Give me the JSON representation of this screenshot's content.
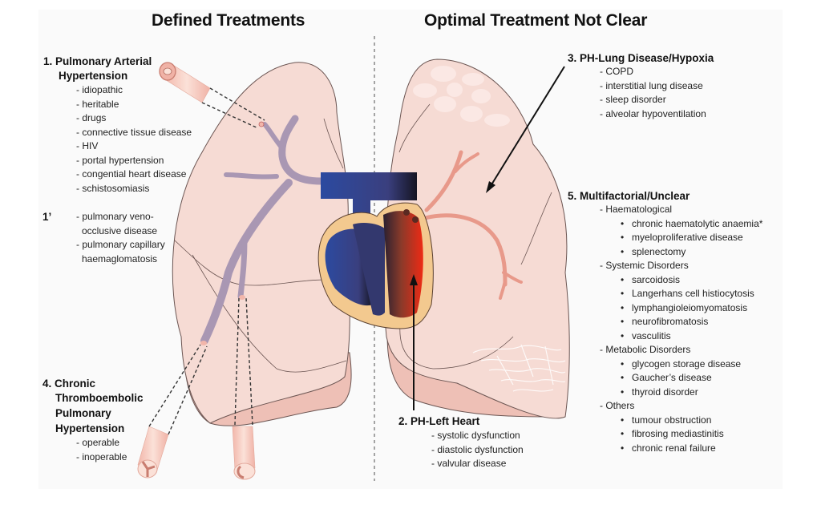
{
  "titles": {
    "left": "Defined Treatments",
    "right": "Optimal Treatment Not Clear"
  },
  "groups": {
    "pah": {
      "heading_line1": "1. Pulmonary Arterial",
      "heading_line2": "Hypertension",
      "items": [
        "idiopathic",
        "heritable",
        "drugs",
        "connective tissue disease",
        "HIV",
        "portal hypertension",
        "congential heart disease",
        "schistosomiasis"
      ]
    },
    "pah_prime": {
      "label": "1’",
      "items": [
        "pulmonary veno-",
        "occlusive disease",
        "pulmonary capillary",
        "haemaglomatosis"
      ]
    },
    "cteph": {
      "heading_lines": [
        "4. Chronic",
        "Thromboembolic",
        "Pulmonary",
        "Hypertension"
      ],
      "items": [
        "operable",
        "inoperable"
      ]
    },
    "left_heart": {
      "heading": "2. PH-Left Heart",
      "items": [
        "systolic dysfunction",
        "diastolic dysfunction",
        "valvular disease"
      ]
    },
    "lung": {
      "heading": "3. PH-Lung Disease/Hypoxia",
      "items": [
        "COPD",
        "interstitial lung disease",
        "sleep disorder",
        "alveolar hypoventilation"
      ]
    },
    "multifactorial": {
      "heading": "5. Multifactorial/Unclear",
      "categories": [
        {
          "name": "Haematological",
          "items": [
            "chronic haematolytic anaemia*",
            "myeloproliferative disease",
            "splenectomy"
          ]
        },
        {
          "name": "Systemic Disorders",
          "items": [
            "sarcoidosis",
            "Langerhans cell histiocytosis",
            "lymphangioleiomyomatosis",
            "neurofibromatosis",
            "vasculitis"
          ]
        },
        {
          "name": "Metabolic Disorders",
          "items": [
            "glycogen storage disease",
            "Gaucher’s disease",
            "thyroid disorder"
          ]
        },
        {
          "name": "Others",
          "items": [
            "tumour obstruction",
            "fibrosing mediastinitis",
            "chronic renal failure"
          ]
        }
      ]
    }
  },
  "colors": {
    "lung": "#f4d6d0",
    "lung_outline": "#6b5552",
    "pulmonary_artery": "#a997b3",
    "deoxygenated": "#2b3a8a",
    "oxygenated": "#d9291c",
    "myocardium": "#f3c98f",
    "vein": "#e8998a"
  }
}
